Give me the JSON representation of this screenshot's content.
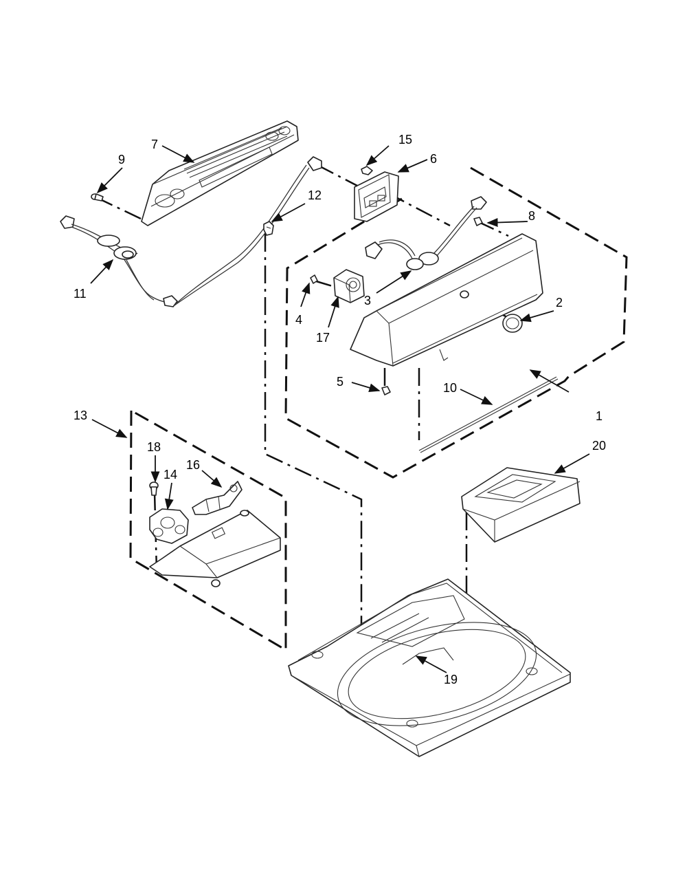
{
  "callouts": [
    {
      "id": "c1",
      "label": "1"
    },
    {
      "id": "c2",
      "label": "2"
    },
    {
      "id": "c3",
      "label": "3"
    },
    {
      "id": "c4",
      "label": "4"
    },
    {
      "id": "c5",
      "label": "5"
    },
    {
      "id": "c6",
      "label": "6"
    },
    {
      "id": "c7",
      "label": "7"
    },
    {
      "id": "c8",
      "label": "8"
    },
    {
      "id": "c9",
      "label": "9"
    },
    {
      "id": "c10",
      "label": "10"
    },
    {
      "id": "c11",
      "label": "11"
    },
    {
      "id": "c12",
      "label": "12"
    },
    {
      "id": "c13",
      "label": "13"
    },
    {
      "id": "c14",
      "label": "14"
    },
    {
      "id": "c15",
      "label": "15"
    },
    {
      "id": "c16",
      "label": "16"
    },
    {
      "id": "c17",
      "label": "17"
    },
    {
      "id": "c18",
      "label": "18"
    },
    {
      "id": "c19",
      "label": "19"
    },
    {
      "id": "c20",
      "label": "20"
    }
  ]
}
